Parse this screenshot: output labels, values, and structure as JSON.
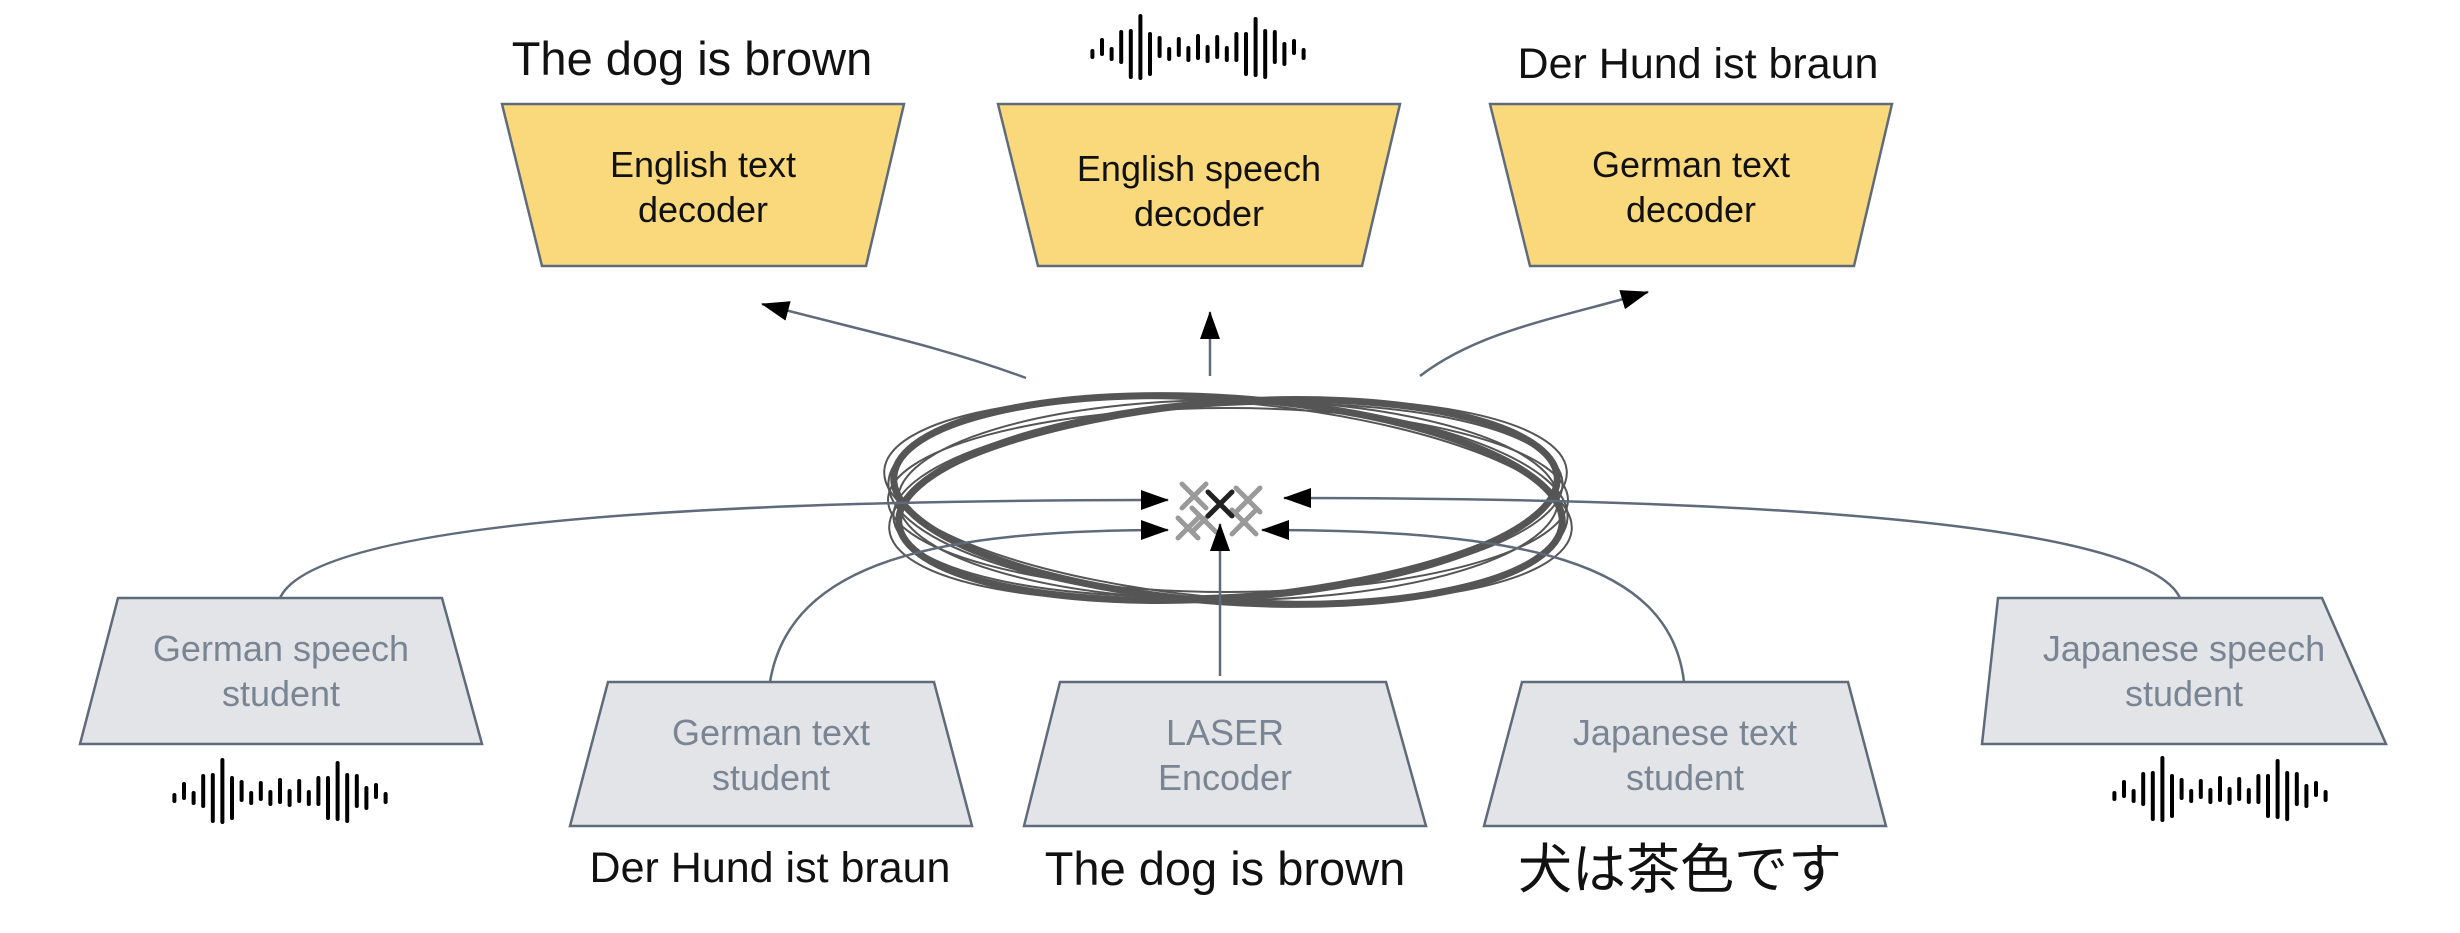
{
  "decoders": [
    {
      "id": "english-text",
      "label_line1": "English text",
      "label_line2": "decoder",
      "output": "The dog is brown",
      "output_kind": "text"
    },
    {
      "id": "english-speech",
      "label_line1": "English speech",
      "label_line2": "decoder",
      "output": "",
      "output_kind": "waveform"
    },
    {
      "id": "german-text",
      "label_line1": "German text",
      "label_line2": "decoder",
      "output": "Der Hund ist braun",
      "output_kind": "text"
    }
  ],
  "students": [
    {
      "id": "german-speech",
      "label_line1": "German speech",
      "label_line2": "student",
      "input": "",
      "input_kind": "waveform"
    },
    {
      "id": "german-text",
      "label_line1": "German text",
      "label_line2": "student",
      "input": "Der Hund ist braun",
      "input_kind": "text"
    },
    {
      "id": "laser",
      "label_line1": "LASER",
      "label_line2": "Encoder",
      "input": "The dog is brown",
      "input_kind": "text"
    },
    {
      "id": "japanese-text",
      "label_line1": "Japanese text",
      "label_line2": "student",
      "input": "犬は茶色です",
      "input_kind": "text"
    },
    {
      "id": "japanese-speech",
      "label_line1": "Japanese speech",
      "label_line2": "student",
      "input": "",
      "input_kind": "waveform"
    }
  ],
  "colors": {
    "decoder_fill": "#f9d97b",
    "decoder_stroke": "#5f6b7a",
    "student_fill": "#e2e4e8",
    "student_stroke": "#5f6b7a",
    "student_text": "#7a8594",
    "arrow": "#5f6b7a",
    "embedding_ring": "#555555",
    "marker_light": "#9a9a9a",
    "marker_dark": "#222222"
  }
}
